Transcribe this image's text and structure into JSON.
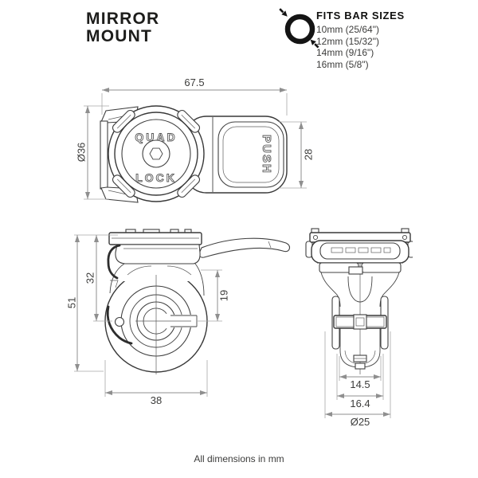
{
  "header": {
    "title_line1": "MIRROR",
    "title_line2": "MOUNT"
  },
  "bar_sizes": {
    "heading": "FITS BAR SIZES",
    "items": [
      "10mm (25/64\")",
      "12mm (15/32\")",
      "14mm (9/16\")",
      "16mm (5/8\")"
    ]
  },
  "drawing_labels": {
    "quad": "QUAD",
    "lock": "LOCK",
    "push": "PUSH"
  },
  "dimensions": {
    "top_view": {
      "overall_width": "67.5",
      "head_diameter": "Ø36",
      "body_height": "28"
    },
    "side_view": {
      "overall_height": "51",
      "top_to_bar_center": "32",
      "clamp_top_to_bar_center": "19",
      "clamp_width": "38"
    },
    "front_view": {
      "foot_width": "14.5",
      "body_width": "16.4",
      "clamp_diameter": "Ø25"
    }
  },
  "footer": {
    "note": "All dimensions in mm"
  },
  "colors": {
    "ink": "#1d1d1b",
    "drawing_line": "#3a3a3a",
    "dimension_line": "#8f8f8f",
    "dimension_text": "#3c3c3b",
    "background": "#ffffff"
  }
}
